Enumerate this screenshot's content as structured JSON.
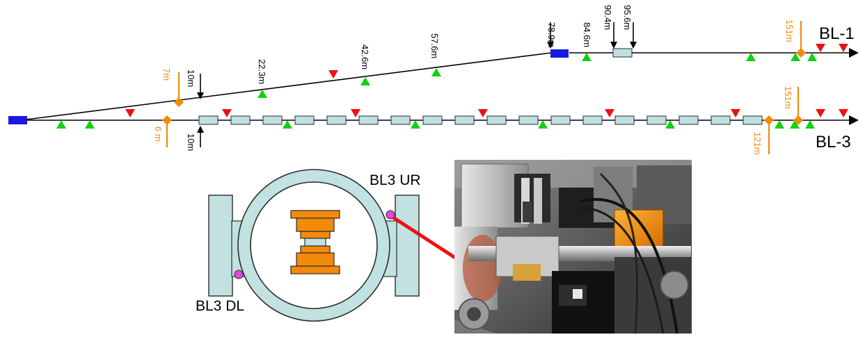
{
  "colors": {
    "line": "#000000",
    "source": "#1a1adf",
    "undulator_fill": "#bfe0e0",
    "undulator_stroke": "#2b2b2b",
    "bpm_marker": "#12d012",
    "steerer_marker": "#ee1111",
    "orange": "#f28a0a",
    "pink_dot": "#e545e0",
    "chamber_fill": "#c2e1e1",
    "magnet_fill": "#f28a0a",
    "arrow_red": "#ee1111"
  },
  "beamlines": [
    {
      "id": "bl1",
      "label": "BL-1",
      "labels": [
        {
          "id": "78-9m",
          "text": "78.9m",
          "color": "#000000"
        },
        {
          "id": "84-6m",
          "text": "84.6m",
          "color": "#000000"
        },
        {
          "id": "90-4m",
          "text": "90.4m",
          "color": "#000000"
        },
        {
          "id": "95-6m",
          "text": "95.6m",
          "color": "#000000"
        },
        {
          "id": "10m",
          "text": "10m",
          "color": "#000000"
        },
        {
          "id": "22-3m",
          "text": "22.3m",
          "color": "#000000"
        },
        {
          "id": "42-6m",
          "text": "42.6m",
          "color": "#000000"
        },
        {
          "id": "57-6m",
          "text": "57.6m",
          "color": "#000000"
        },
        {
          "id": "7m",
          "text": "7m",
          "color": "#f28a0a"
        },
        {
          "id": "151m",
          "text": "151m",
          "color": "#f28a0a"
        }
      ]
    },
    {
      "id": "bl3",
      "label": "BL-3",
      "labels": [
        {
          "id": "6m",
          "text": "6 m",
          "color": "#f28a0a"
        },
        {
          "id": "10m",
          "text": "10m",
          "color": "#000000"
        },
        {
          "id": "121m",
          "text": "121m",
          "color": "#f28a0a"
        },
        {
          "id": "151m",
          "text": "151m",
          "color": "#f28a0a"
        }
      ]
    }
  ],
  "cross_section": {
    "label_ur": "BL3 UR",
    "label_dl": "BL3 DL"
  },
  "photo": {
    "description_icon": "beamline-hardware-photo"
  }
}
